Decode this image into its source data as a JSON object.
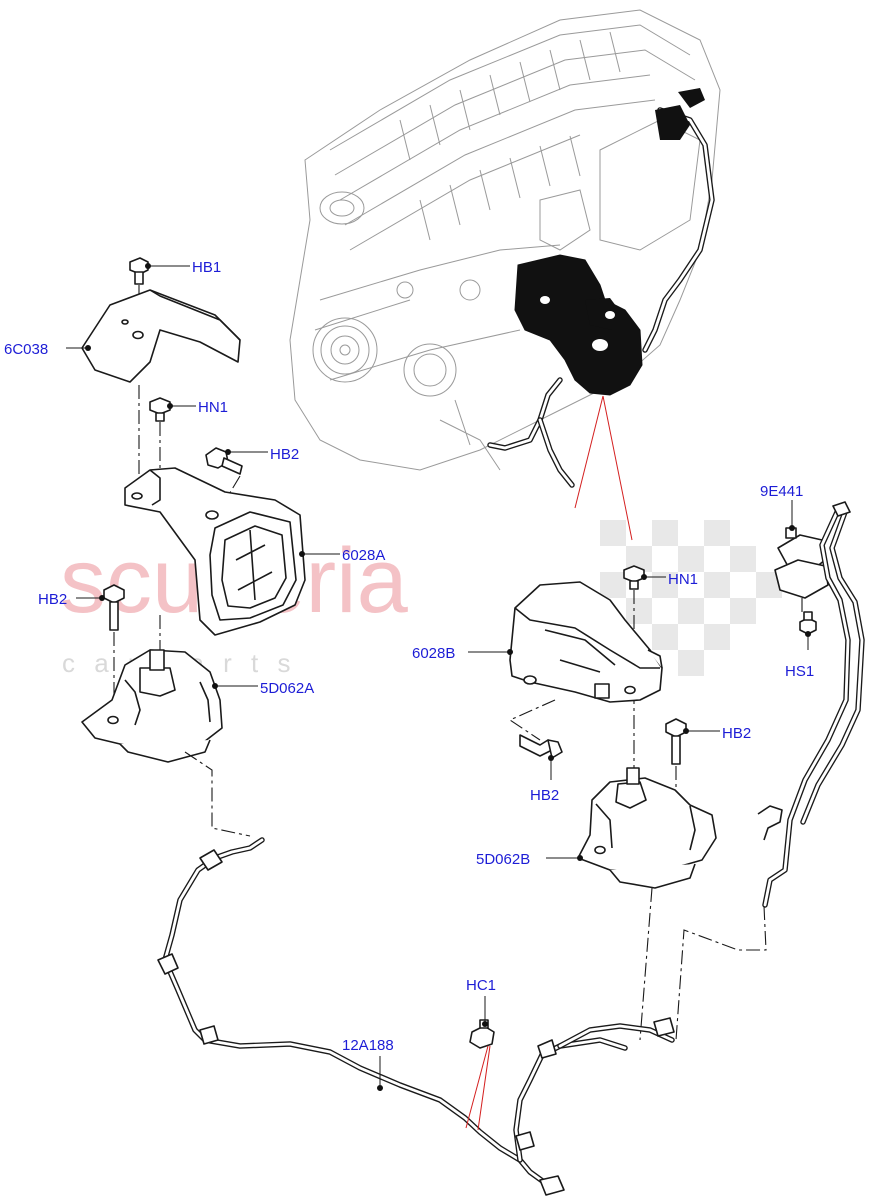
{
  "watermark": {
    "brand": "scuderia",
    "sub": "c a r   p a r t s",
    "brand_color": "#f4c2c6"
  },
  "colors": {
    "label": "#1d1dd6",
    "line": "#1a1a1a",
    "engine": "#9a9a9a",
    "highlight_leader": "#d42020"
  },
  "labels": {
    "hb1": "HB1",
    "c6c038": "6C038",
    "hn1_left": "HN1",
    "hb2_top": "HB2",
    "c6028a": "6028A",
    "hb2_left": "HB2",
    "c5d062a": "5D062A",
    "hn1_right": "HN1",
    "c6028b": "6028B",
    "hb2_right": "HB2",
    "hb2_bottom": "HB2",
    "c5d062b": "5D062B",
    "c9e441": "9E441",
    "hs1": "HS1",
    "hc1": "HC1",
    "c12a188": "12A188"
  }
}
